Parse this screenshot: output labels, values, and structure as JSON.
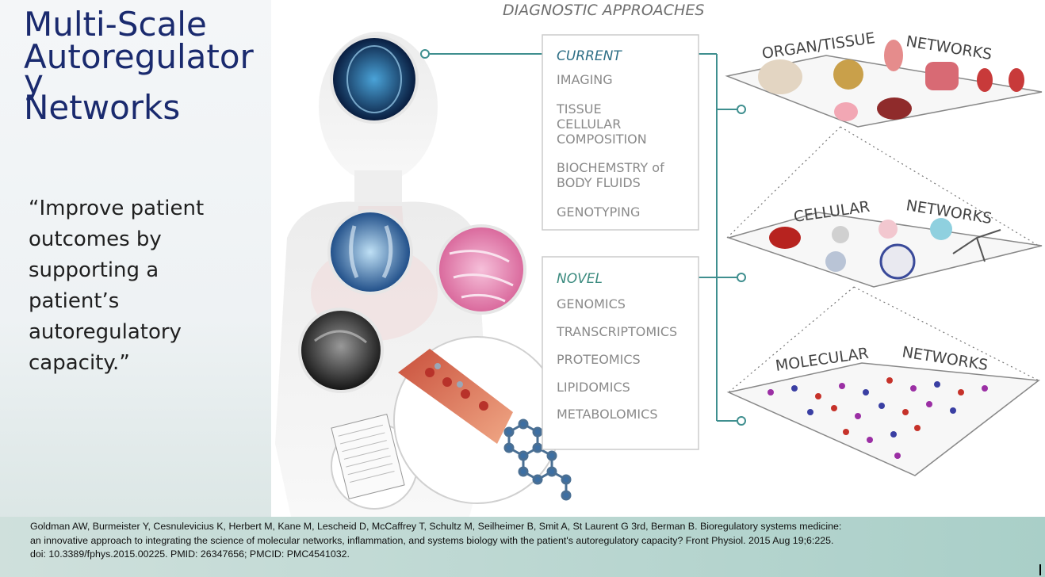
{
  "slide": {
    "title_lines": [
      "Multi-Scale",
      "Autoregulator",
      "y",
      "Networks"
    ],
    "quote_lines": [
      "“Improve patient",
      "outcomes by",
      "supporting a",
      "patient’s",
      "autoregulatory",
      "capacity.”"
    ]
  },
  "diagram": {
    "header": "DIAGNOSTIC APPROACHES",
    "current": {
      "heading": "CURRENT",
      "items": [
        [
          "IMAGING"
        ],
        [
          "TISSUE",
          "CELLULAR",
          "COMPOSITION"
        ],
        [
          "BIOCHEMSTRY of",
          "BODY FLUIDS"
        ],
        [
          "GENOTYPING"
        ]
      ]
    },
    "novel": {
      "heading": "NOVEL",
      "items": [
        "GENOMICS",
        "TRANSCRIPTOMICS",
        "PROTEOMICS",
        "LIPIDOMICS",
        "METABOLOMICS"
      ]
    },
    "layers": [
      {
        "left": "ORGAN/TISSUE",
        "right": "NETWORKS"
      },
      {
        "left": "CELLULAR",
        "right": "NETWORKS"
      },
      {
        "left": "MOLECULAR",
        "right": "NETWORKS"
      }
    ],
    "colors": {
      "teal_line": "#3f8f8f",
      "current_heading": "#2e6f86",
      "novel_heading": "#3a8a7e",
      "item_text": "#8a8a8a"
    }
  },
  "citation": {
    "lines": [
      "Goldman AW, Burmeister Y, Cesnulevicius K, Herbert M, Kane M, Lescheid D, McCaffrey T, Schultz M, Seilheimer B, Smit A, St Laurent G 3rd, Berman B. Bioregulatory systems medicine:",
      "an innovative approach to integrating the science of molecular networks, inflammation, and systems biology with the patient's autoregulatory capacity? Front Physiol. 2015 Aug 19;6:225.",
      "doi: 10.3389/fphys.2015.00225. PMID: 26347656; PMCID: PMC4541032."
    ]
  }
}
